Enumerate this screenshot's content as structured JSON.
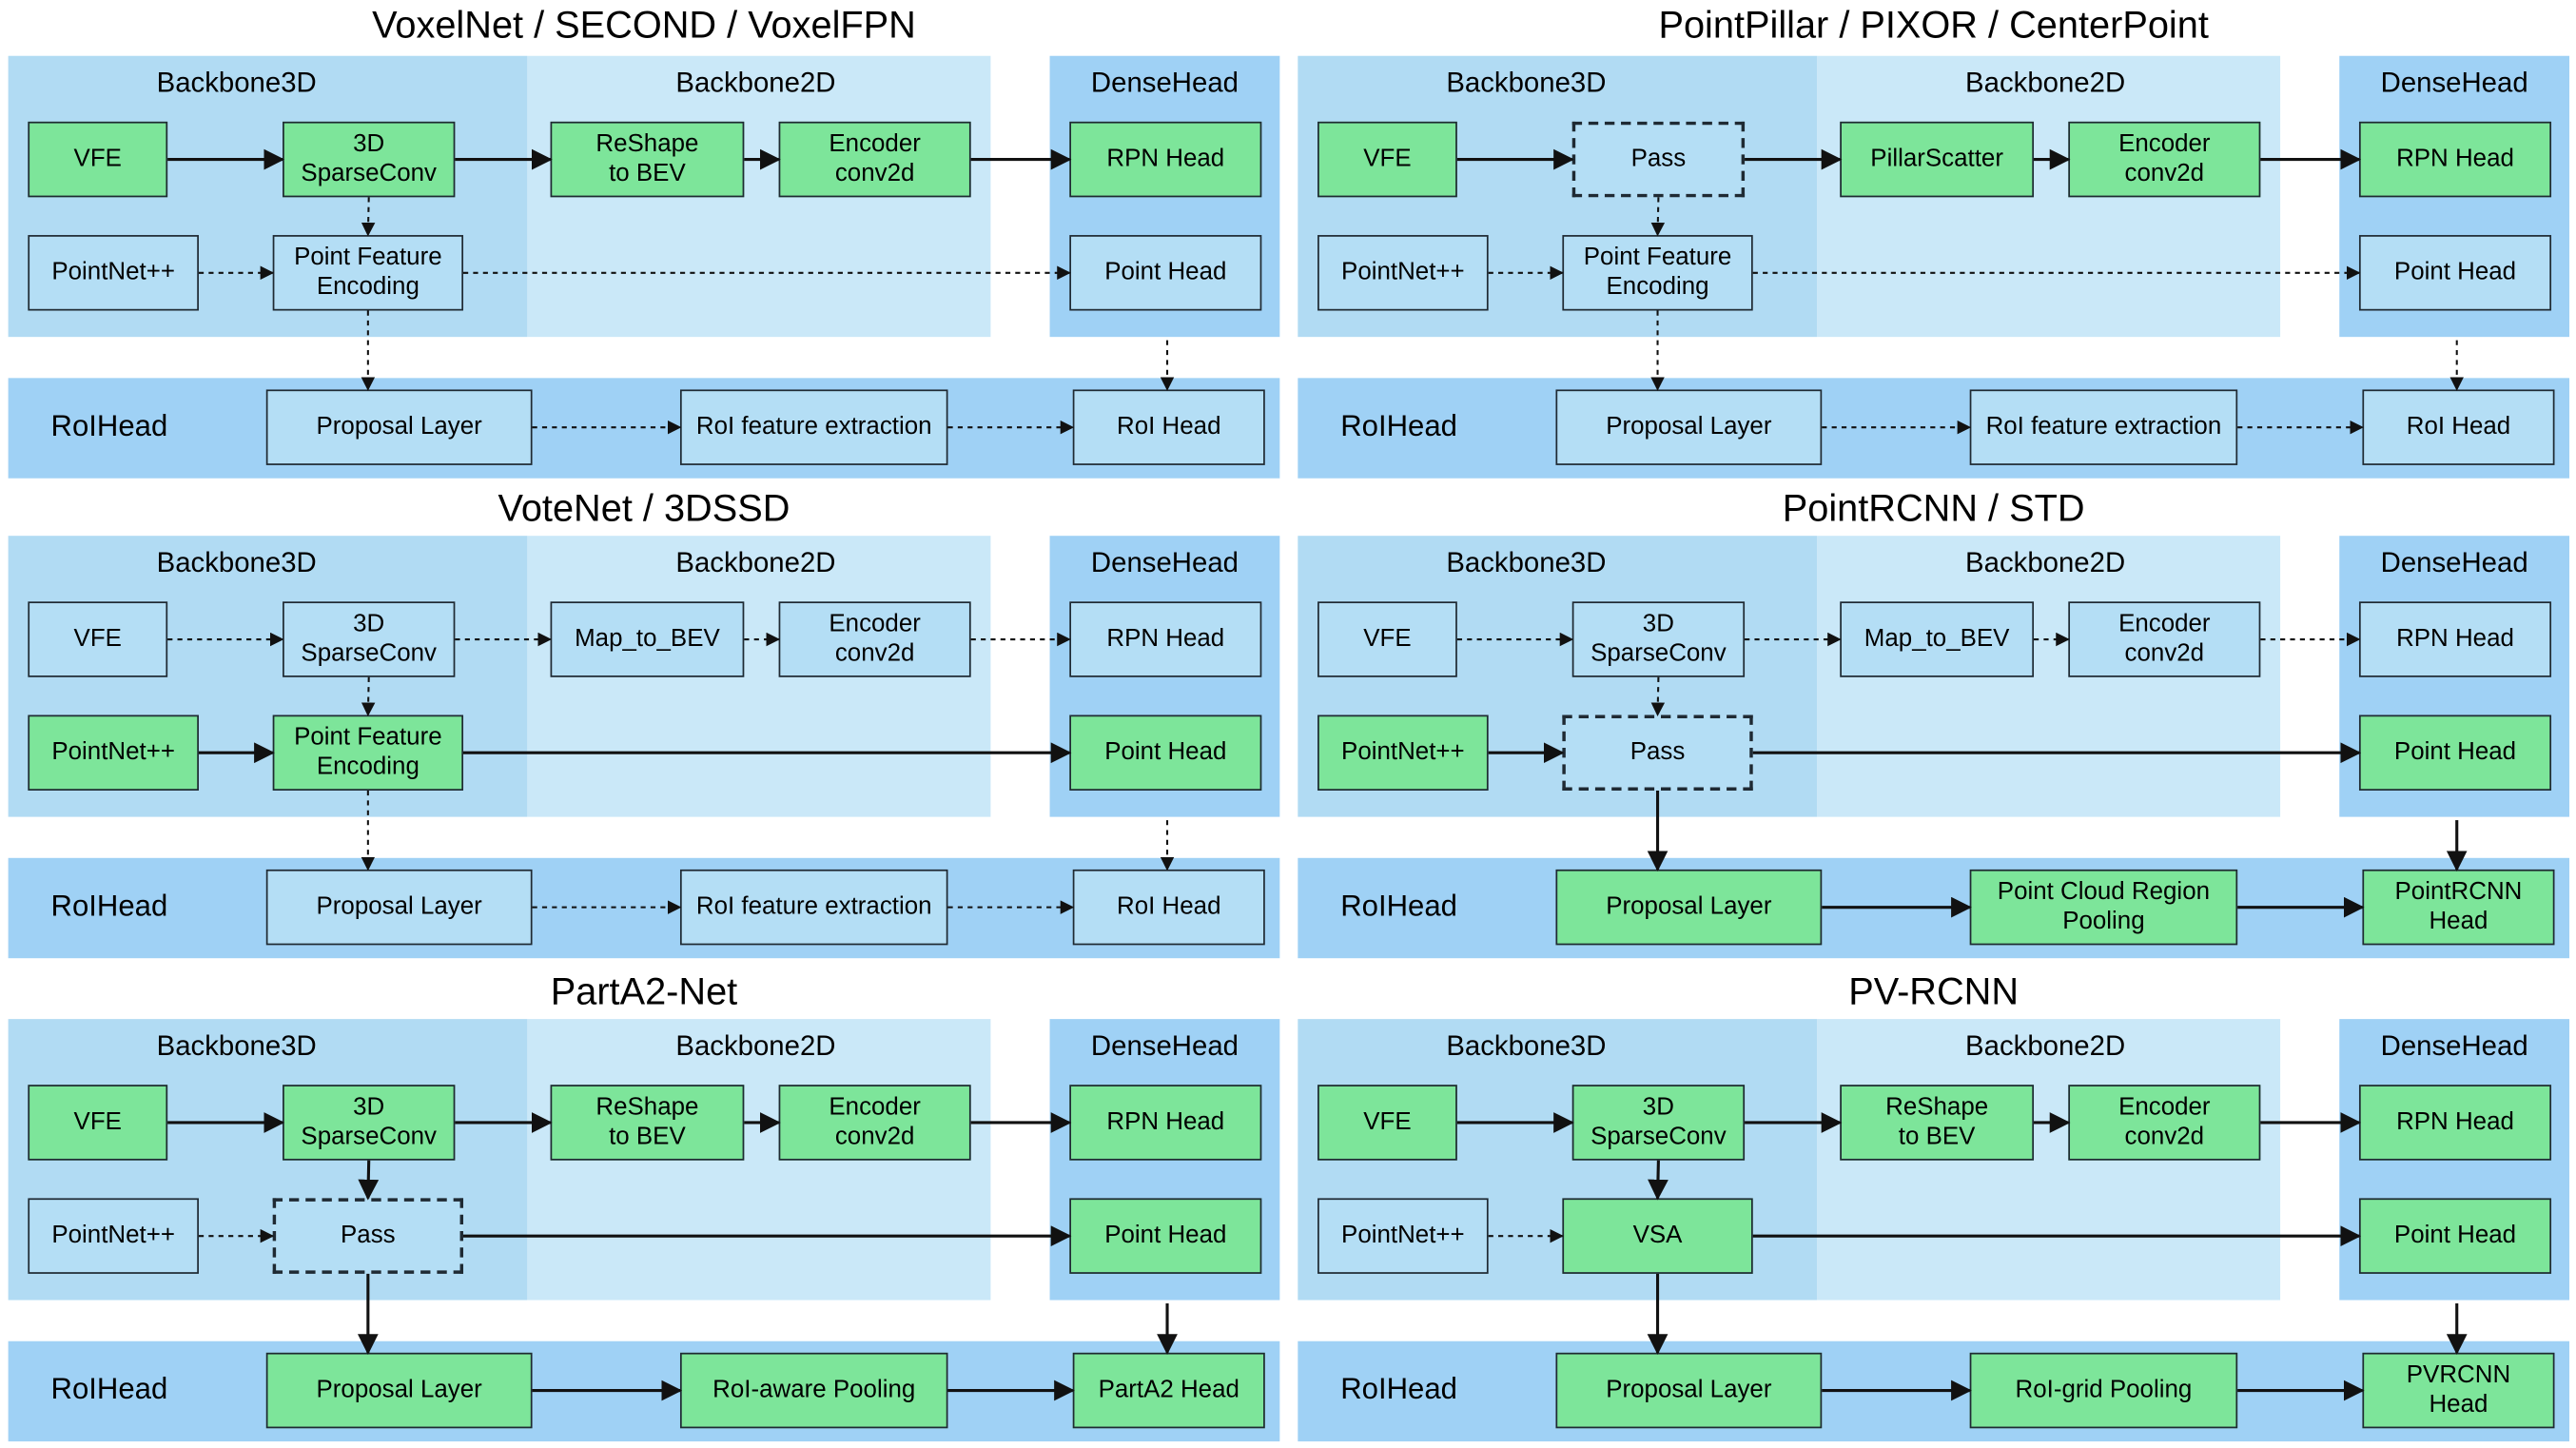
{
  "colors": {
    "backbone3d": "#b1dbf3",
    "backbone2d": "#cae8f8",
    "densehead": "#9fd1f5",
    "roihead": "#9fd1f5",
    "active_box": "#7de59a",
    "inactive_box": "#b4def5",
    "line": "#111111"
  },
  "labels": {
    "backbone3d": "Backbone3D",
    "backbone2d": "Backbone2D",
    "densehead": "DenseHead",
    "roihead": "RoIHead"
  },
  "panels": [
    {
      "title": "VoxelNet / SECOND / VoxelFPN",
      "boxes": {
        "vfe": {
          "label": "VFE",
          "state": "green"
        },
        "b3d": {
          "label": "3D\nSparseConv",
          "state": "green"
        },
        "mid": {
          "label": "ReShape\nto BEV",
          "state": "green"
        },
        "enc": {
          "label": "Encoder\nconv2d",
          "state": "green"
        },
        "rpn": {
          "label": "RPN Head",
          "state": "green"
        },
        "pnet": {
          "label": "PointNet++",
          "state": "blue"
        },
        "pfe": {
          "label": "Point Feature\nEncoding",
          "state": "blue"
        },
        "ph": {
          "label": "Point Head",
          "state": "blue"
        },
        "prop": {
          "label": "Proposal Layer",
          "state": "blue"
        },
        "roifx": {
          "label": "RoI feature extraction",
          "state": "blue"
        },
        "roih": {
          "label": "RoI Head",
          "state": "blue"
        }
      }
    },
    {
      "title": "PointPillar / PIXOR / CenterPoint",
      "boxes": {
        "vfe": {
          "label": "VFE",
          "state": "green"
        },
        "b3d": {
          "label": "Pass",
          "state": "blue-dash"
        },
        "mid": {
          "label": "PillarScatter",
          "state": "green"
        },
        "enc": {
          "label": "Encoder\nconv2d",
          "state": "green"
        },
        "rpn": {
          "label": "RPN Head",
          "state": "green"
        },
        "pnet": {
          "label": "PointNet++",
          "state": "blue"
        },
        "pfe": {
          "label": "Point Feature\nEncoding",
          "state": "blue"
        },
        "ph": {
          "label": "Point Head",
          "state": "blue"
        },
        "prop": {
          "label": "Proposal Layer",
          "state": "blue"
        },
        "roifx": {
          "label": "RoI feature extraction",
          "state": "blue"
        },
        "roih": {
          "label": "RoI Head",
          "state": "blue"
        }
      }
    },
    {
      "title": "VoteNet / 3DSSD",
      "boxes": {
        "vfe": {
          "label": "VFE",
          "state": "blue"
        },
        "b3d": {
          "label": "3D\nSparseConv",
          "state": "blue"
        },
        "mid": {
          "label": "Map_to_BEV",
          "state": "blue"
        },
        "enc": {
          "label": "Encoder\nconv2d",
          "state": "blue"
        },
        "rpn": {
          "label": "RPN Head",
          "state": "blue"
        },
        "pnet": {
          "label": "PointNet++",
          "state": "green"
        },
        "pfe": {
          "label": "Point Feature\nEncoding",
          "state": "green"
        },
        "ph": {
          "label": "Point Head",
          "state": "green"
        },
        "prop": {
          "label": "Proposal Layer",
          "state": "blue"
        },
        "roifx": {
          "label": "RoI feature extraction",
          "state": "blue"
        },
        "roih": {
          "label": "RoI Head",
          "state": "blue"
        }
      }
    },
    {
      "title": "PointRCNN / STD",
      "boxes": {
        "vfe": {
          "label": "VFE",
          "state": "blue"
        },
        "b3d": {
          "label": "3D\nSparseConv",
          "state": "blue"
        },
        "mid": {
          "label": "Map_to_BEV",
          "state": "blue"
        },
        "enc": {
          "label": "Encoder\nconv2d",
          "state": "blue"
        },
        "rpn": {
          "label": "RPN Head",
          "state": "blue"
        },
        "pnet": {
          "label": "PointNet++",
          "state": "green"
        },
        "pfe": {
          "label": "Pass",
          "state": "blue-dash"
        },
        "ph": {
          "label": "Point Head",
          "state": "green"
        },
        "prop": {
          "label": "Proposal Layer",
          "state": "green"
        },
        "roifx": {
          "label": "Point Cloud Region\nPooling",
          "state": "green"
        },
        "roih": {
          "label": "PointRCNN\nHead",
          "state": "green"
        }
      }
    },
    {
      "title": "PartA2-Net",
      "boxes": {
        "vfe": {
          "label": "VFE",
          "state": "green"
        },
        "b3d": {
          "label": "3D\nSparseConv",
          "state": "green"
        },
        "mid": {
          "label": "ReShape\nto BEV",
          "state": "green"
        },
        "enc": {
          "label": "Encoder\nconv2d",
          "state": "green"
        },
        "rpn": {
          "label": "RPN Head",
          "state": "green"
        },
        "pnet": {
          "label": "PointNet++",
          "state": "blue"
        },
        "pfe": {
          "label": "Pass",
          "state": "blue-dash"
        },
        "ph": {
          "label": "Point Head",
          "state": "green"
        },
        "prop": {
          "label": "Proposal Layer",
          "state": "green"
        },
        "roifx": {
          "label": "RoI-aware Pooling",
          "state": "green"
        },
        "roih": {
          "label": "PartA2 Head",
          "state": "green"
        }
      }
    },
    {
      "title": "PV-RCNN",
      "boxes": {
        "vfe": {
          "label": "VFE",
          "state": "green"
        },
        "b3d": {
          "label": "3D\nSparseConv",
          "state": "green"
        },
        "mid": {
          "label": "ReShape\nto BEV",
          "state": "green"
        },
        "enc": {
          "label": "Encoder\nconv2d",
          "state": "green"
        },
        "rpn": {
          "label": "RPN Head",
          "state": "green"
        },
        "pnet": {
          "label": "PointNet++",
          "state": "blue"
        },
        "pfe": {
          "label": "VSA",
          "state": "green"
        },
        "ph": {
          "label": "Point Head",
          "state": "green"
        },
        "prop": {
          "label": "Proposal Layer",
          "state": "green"
        },
        "roifx": {
          "label": "RoI-grid Pooling",
          "state": "green"
        },
        "roih": {
          "label": "PVRCNN\nHead",
          "state": "green"
        }
      }
    }
  ],
  "edges": [
    {
      "from": "vfe",
      "to": "b3d",
      "styles": [
        "solid",
        "solid",
        "dashed",
        "dashed",
        "solid",
        "solid"
      ]
    },
    {
      "from": "b3d",
      "to": "mid",
      "styles": [
        "solid",
        "solid",
        "dashed",
        "dashed",
        "solid",
        "solid"
      ]
    },
    {
      "from": "mid",
      "to": "enc",
      "styles": [
        "solid",
        "solid",
        "dashed",
        "dashed",
        "solid",
        "solid"
      ]
    },
    {
      "from": "enc",
      "to": "rpn",
      "styles": [
        "solid",
        "solid",
        "dashed",
        "dashed",
        "solid",
        "solid"
      ]
    },
    {
      "from": "b3d",
      "to": "pfe",
      "styles": [
        "dashed",
        "dashed",
        "dashed",
        "dashed",
        "solid",
        "solid"
      ]
    },
    {
      "from": "pnet",
      "to": "pfe",
      "styles": [
        "dashed",
        "dashed",
        "solid",
        "solid",
        "dashed",
        "dashed"
      ]
    },
    {
      "from": "pfe",
      "to": "ph",
      "styles": [
        "dashed",
        "dashed",
        "solid",
        "solid",
        "solid",
        "solid"
      ]
    },
    {
      "from": "pfe",
      "to": "prop",
      "styles": [
        "dashed",
        "dashed",
        "dashed",
        "solid",
        "solid",
        "solid"
      ]
    },
    {
      "from": "ph",
      "to": "roih",
      "styles": [
        "dashed",
        "dashed",
        "dashed",
        "solid",
        "solid",
        "solid"
      ]
    },
    {
      "from": "prop",
      "to": "roifx",
      "styles": [
        "dashed",
        "dashed",
        "dashed",
        "solid",
        "solid",
        "solid"
      ]
    },
    {
      "from": "roifx",
      "to": "roih",
      "styles": [
        "dashed",
        "dashed",
        "dashed",
        "solid",
        "solid",
        "solid"
      ]
    }
  ]
}
